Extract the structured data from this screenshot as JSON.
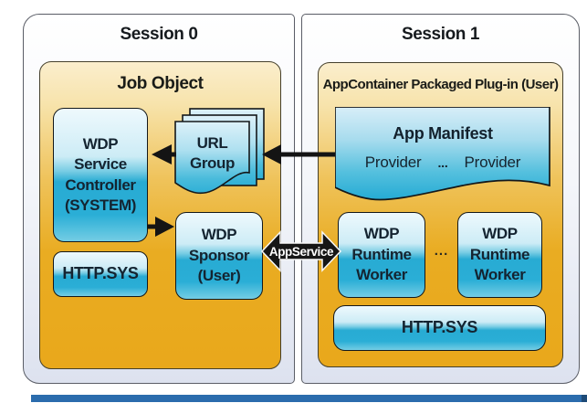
{
  "diagram": {
    "session0": {
      "title": "Session 0",
      "job_object": {
        "title": "Job Object",
        "service_controller": {
          "lines": [
            "WDP",
            "Service",
            "Controller",
            "(SYSTEM)"
          ]
        },
        "http_sys_label": "HTTP.SYS",
        "url_group": {
          "lines": [
            "URL",
            "Group"
          ]
        },
        "sponsor": {
          "lines": [
            "WDP",
            "Sponsor",
            "(User)"
          ]
        }
      }
    },
    "session1": {
      "title": "Session 1",
      "app_container": {
        "title": "AppContainer Packaged Plug-in (User)",
        "app_manifest": {
          "title": "App Manifest",
          "provider_left": "Provider",
          "dots": "...",
          "provider_right": "Provider"
        },
        "runtime_worker_1": {
          "lines": [
            "WDP",
            "Runtime",
            "Worker"
          ]
        },
        "worker_dots": "...",
        "runtime_worker_2": {
          "lines": [
            "WDP",
            "Runtime",
            "Worker"
          ]
        },
        "http_sys_label": "HTTP.SYS"
      }
    },
    "app_service_arrow_label": "AppService"
  },
  "colors": {
    "gold_fill": "#e9a81b",
    "gold_header": "#fbeecd",
    "glass_cyan": "#28abd3",
    "session_fill": "#dde2ef",
    "arrow_black": "#141414",
    "footer_bar_blue": "#2b6cad",
    "footer_bar_cap": "#1d4a77",
    "text_dark": "#18242f"
  }
}
